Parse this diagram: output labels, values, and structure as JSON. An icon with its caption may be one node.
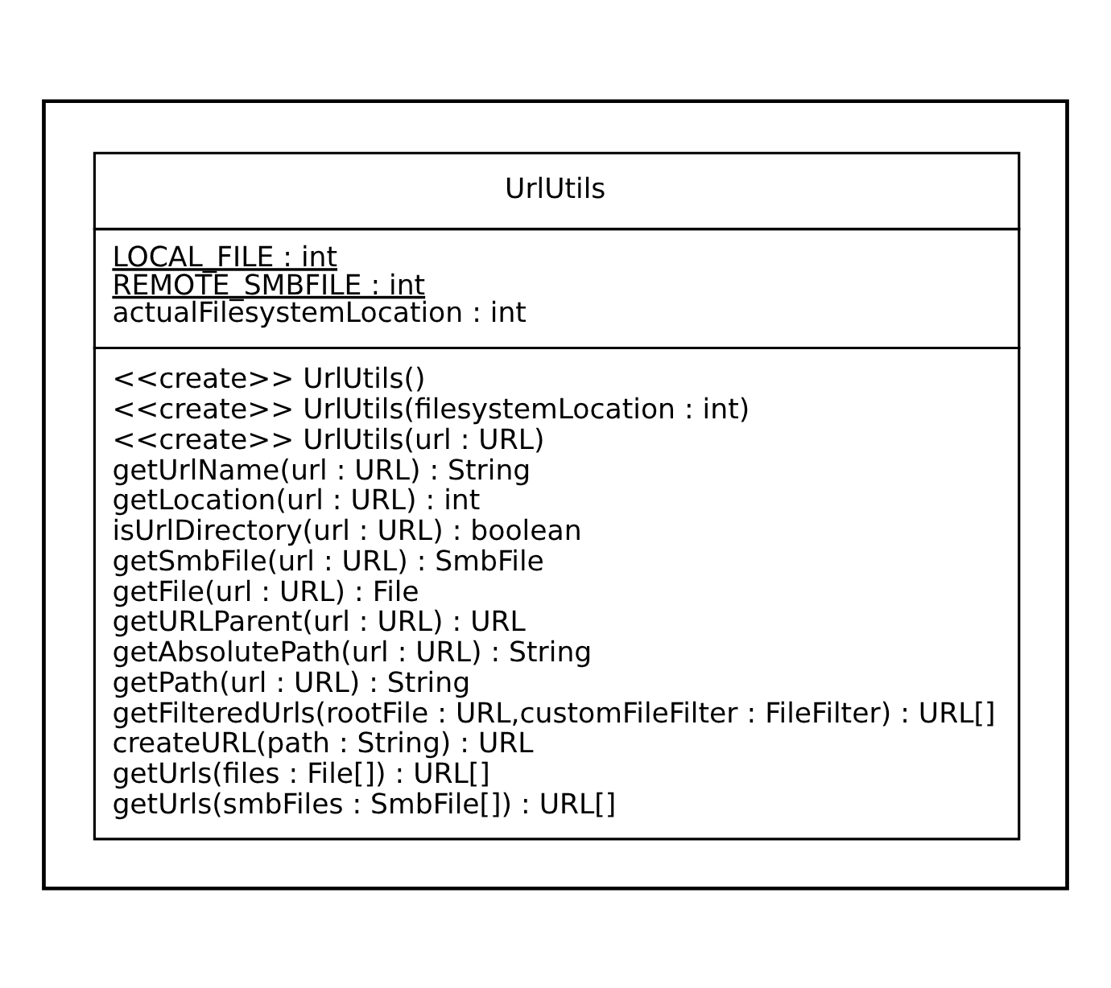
{
  "diagram": {
    "nodes": [
      {
        "text": [],
        "shape": "box"
      },
      {
        "text": [
          "UrlUtils",
          "LOCAL_FILE : int",
          "REMOTE_SMBFILE : int",
          "actualFilesystemLocation : int",
          "<<create>> UrlUtils()",
          "<<create>> UrlUtils(filesystemLocation : int)",
          "<<create>> UrlUtils(url : URL)",
          "getUrlName(url : URL) : String",
          "getLocation(url : URL) : int",
          "isUrlDirectory(url : URL) : boolean",
          "getSmbFile(url : URL) : SmbFile",
          "getFile(url : URL) : File",
          "getURLParent(url : URL) : URL",
          "getAbsolutePath(url : URL) : String",
          "getPath(url : URL) : String",
          "getFilteredUrls(rootFile : URL,customFileFilter : FileFilter) : URL[]",
          "createURL(path : String) : URL",
          "getUrls(files : File[]) : URL[]",
          "getUrls(smbFiles : SmbFile[]) : URL[]"
        ],
        "in": 0
      }
    ]
  }
}
